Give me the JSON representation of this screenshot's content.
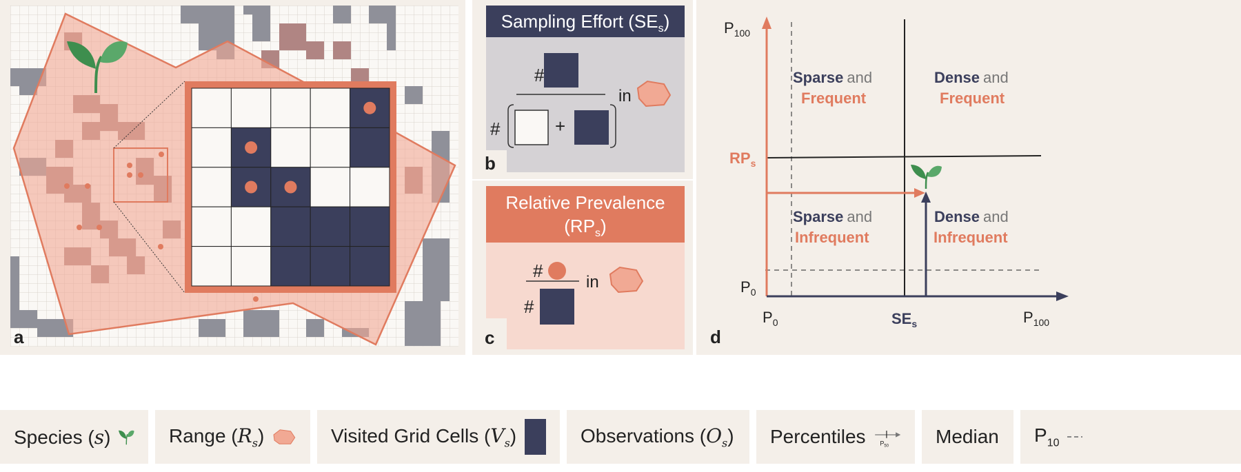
{
  "panel_a": {
    "label": "a"
  },
  "panel_b": {
    "title": "Sampling Effort (SE",
    "title_sub": "s",
    "title_close": ")",
    "hash": "#",
    "plus": "+",
    "in": "in",
    "label": "b"
  },
  "panel_c": {
    "title_line1": "Relative Prevalence",
    "title_line2": "(RP",
    "title_sub": "s",
    "title_close": ")",
    "hash": "#",
    "in": "in",
    "label": "c"
  },
  "panel_d": {
    "label": "d",
    "y_top": "P",
    "y_top_sub": "100",
    "y_bottom": "P",
    "y_bottom_sub": "0",
    "x_left": "P",
    "x_left_sub": "0",
    "x_right": "P",
    "x_right_sub": "100",
    "x_marker": "SE",
    "x_marker_sub": "s",
    "y_marker": "RP",
    "y_marker_sub": "s",
    "quadrants": [
      {
        "density": "Sparse",
        "and": "and",
        "frequency": "Frequent"
      },
      {
        "density": "Dense",
        "and": "and",
        "frequency": "Frequent"
      },
      {
        "density": "Sparse",
        "and": "and",
        "frequency": "Infrequent"
      },
      {
        "density": "Dense",
        "and": "and",
        "frequency": "Infrequent"
      }
    ]
  },
  "legend": {
    "species": "Species (",
    "species_sym": "s",
    "range": "Range (",
    "range_sym": "R",
    "visited": "Visited Grid Cells (",
    "visited_sym": "V",
    "observations": "Observations (",
    "observations_sym": "O",
    "sub_s": "s",
    "close": ")",
    "percentiles": "Percentiles",
    "percentile_marker": "P",
    "percentile_marker_sub": "50",
    "median": "Median",
    "p10": "P",
    "p10_sub": "10"
  },
  "colors": {
    "navy": "#3b3f5c",
    "coral": "#e07b5f",
    "range_fill": "#f4c6b6",
    "cell_visited": "#8f9099",
    "cell_in_range": "#b08583",
    "panel_bg": "#f4efe9",
    "leaf": "#3e8e4e"
  },
  "icons": [
    "sprout-icon",
    "range-polygon-icon",
    "observation-dot-icon",
    "visited-cell-icon"
  ]
}
